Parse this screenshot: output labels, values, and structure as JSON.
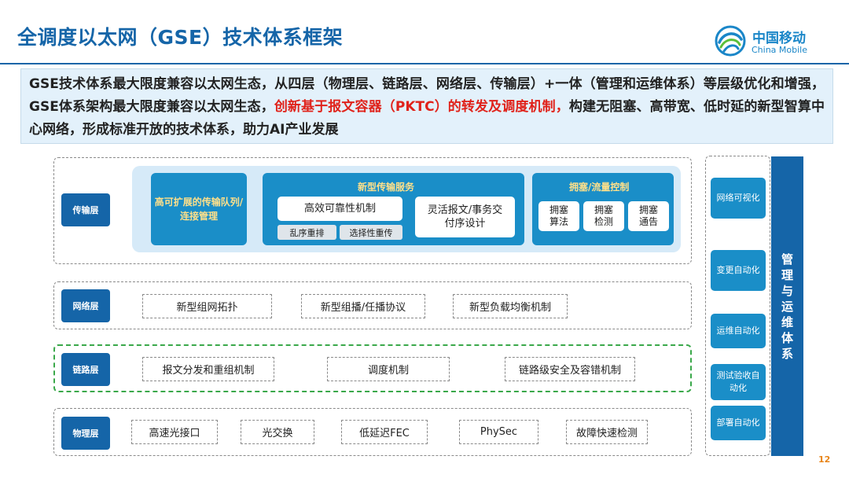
{
  "header": {
    "title": "全调度以太网（GSE）技术体系框架",
    "logo_cn": "中国移动",
    "logo_en": "China Mobile"
  },
  "intro": {
    "text_before": "GSE技术体系最大限度兼容以太网生态，从四层（物理层、链路层、网络层、传输层）+一体（管理和运维体系）等层级优化和增强，GSE体系架构最大限度兼容以太网生态，",
    "highlight": "创新基于报文容器（PKTC）的转发及调度机制，",
    "text_after": "构建无阻塞、高带宽、低时延的新型智算中心网络，形成标准开放的技术体系，助力AI产业发展"
  },
  "transport": {
    "label": "传输层",
    "scalable": "高可扩展的传输队列/连接管理",
    "service": {
      "title": "新型传输服务",
      "reliability": "高效可靠性机制",
      "reorder": "乱序重排",
      "selective": "选择性重传",
      "flexible": "灵活报文/事务交付序设计"
    },
    "congestion": {
      "title": "拥塞/流量控制",
      "items": [
        "拥塞算法",
        "拥塞检测",
        "拥塞通告"
      ]
    }
  },
  "network": {
    "label": "网络层",
    "items": [
      "新型组网拓扑",
      "新型组播/任播协议",
      "新型负载均衡机制"
    ]
  },
  "link": {
    "label": "链路层",
    "items": [
      "报文分发和重组机制",
      "调度机制",
      "链路级安全及容错机制"
    ]
  },
  "physical": {
    "label": "物理层",
    "items": [
      "高速光接口",
      "光交换",
      "低延迟FEC",
      "PhySec",
      "故障快速检测"
    ]
  },
  "management": {
    "items": [
      "网络可视化",
      "变更自动化",
      "运维自动化",
      "测试验收自动化",
      "部署自动化"
    ],
    "sidebar": "管理与运维体系"
  },
  "page_number": "12",
  "colors": {
    "primary": "#1565a8",
    "accent": "#1a8ec8",
    "highlight": "#e0221a",
    "gold": "#ffe08a",
    "link_border": "#3aa84a"
  }
}
